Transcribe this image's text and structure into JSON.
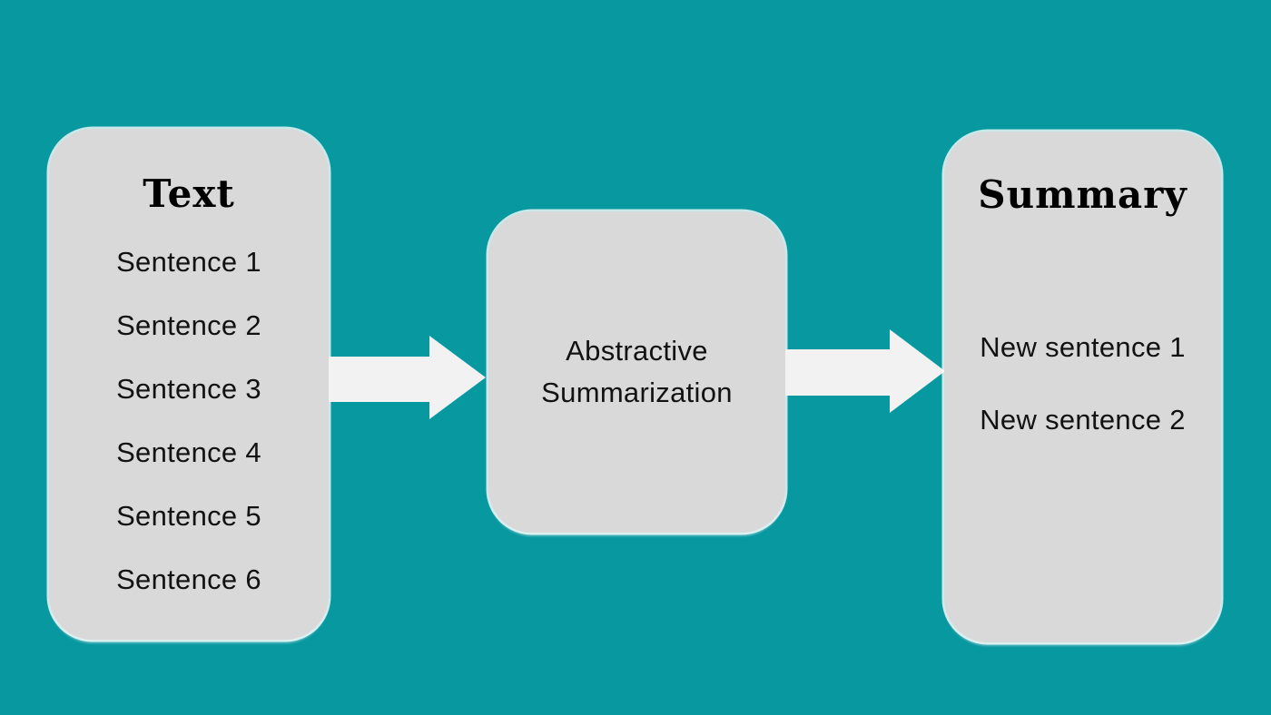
{
  "colors": {
    "background": "#0798A0",
    "box_fill": "#D9D9D9",
    "arrow_fill": "#F2F2F2",
    "text_color": "#121212",
    "box_outline": "#FFFFFF"
  },
  "text_box": {
    "title": "Text",
    "sentences": [
      "Sentence 1",
      "Sentence 2",
      "Sentence 3",
      "Sentence 4",
      "Sentence 5",
      "Sentence 6"
    ]
  },
  "process_box": {
    "label": "Abstractive Summarization"
  },
  "summary_box": {
    "title": "Summary",
    "sentences": [
      "New sentence 1",
      "New sentence 2"
    ]
  },
  "icons": {
    "flow_arrow_1": "arrow-right-icon",
    "flow_arrow_2": "arrow-right-icon"
  }
}
